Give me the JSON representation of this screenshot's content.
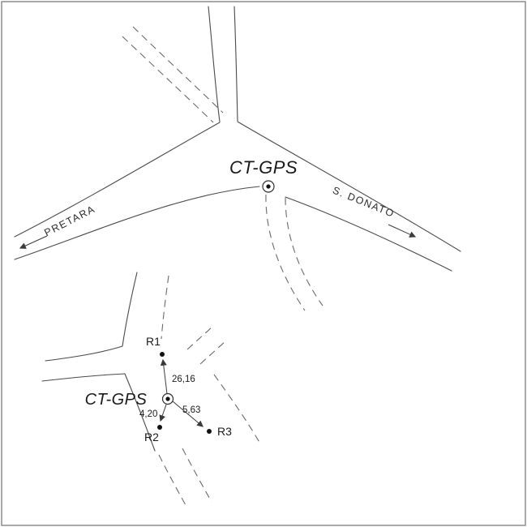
{
  "drawing": {
    "background": "#ffffff",
    "line_color": "#4a4a4a",
    "frame_color": "#8c8c8c"
  },
  "overview": {
    "station_label": "CT-GPS",
    "roads": [
      {
        "label": "PRETARA",
        "direction": "left-arrow"
      },
      {
        "label": "S. DONATO",
        "direction": "right-arrow"
      }
    ]
  },
  "detail": {
    "station_label": "CT-GPS",
    "references": [
      {
        "id": "R1",
        "distance": "26,16"
      },
      {
        "id": "R2",
        "distance": "4,20"
      },
      {
        "id": "R3",
        "distance": "5,63"
      }
    ]
  }
}
